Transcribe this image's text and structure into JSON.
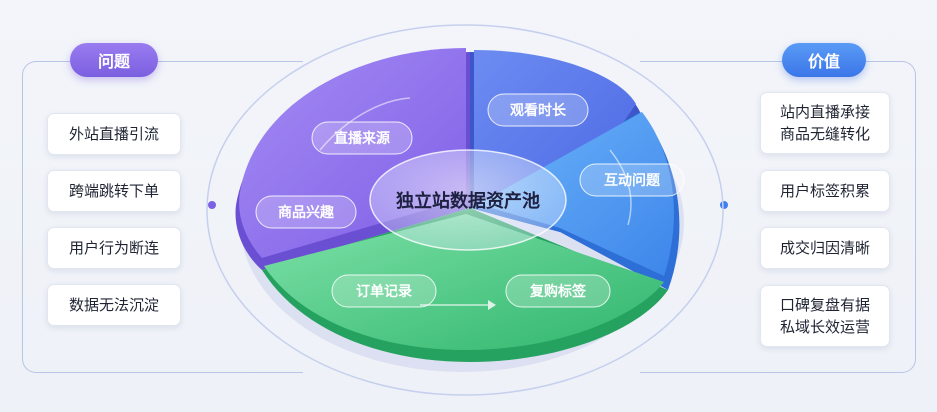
{
  "problems": {
    "title": "问题",
    "items": [
      "外站直播引流",
      "跨端跳转下单",
      "用户行为断连",
      "数据无法沉淀"
    ]
  },
  "values": {
    "title": "价值",
    "items": [
      "站内直播承接\n商品无缝转化",
      "用户标签积累",
      "成交归因清晰",
      "口碑复盘有据\n私域长效运营"
    ]
  },
  "center": {
    "title": "独立站数据资产池",
    "segments": {
      "purple": [
        "直播来源",
        "商品兴趣"
      ],
      "blue_dark": [
        "观看时长"
      ],
      "blue_light": [
        "互动问题"
      ],
      "green": [
        "订单记录",
        "复购标签"
      ]
    }
  },
  "colors": {
    "purple": "#8a6cf0",
    "blue_dark": "#5a78ec",
    "blue_light": "#4b9af2",
    "green": "#46c783",
    "problem_pill": "#8466ea",
    "value_pill": "#4684ef"
  }
}
